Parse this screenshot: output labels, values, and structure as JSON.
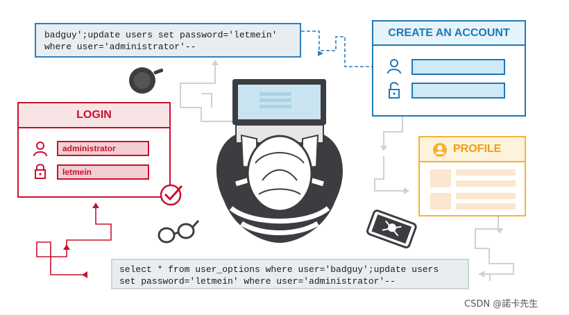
{
  "code_top": {
    "line1": "badguy';update users set password='letmein'",
    "line2": "where user='administrator'--"
  },
  "code_bottom": {
    "line1": "select * from user_options where user='badguy';update users",
    "line2": "set password='letmein' where user='administrator'--"
  },
  "login": {
    "title": "LOGIN",
    "username": "administrator",
    "password": "letmein",
    "user_icon": "user-icon",
    "lock_icon": "padlock-icon",
    "check_icon": "checkmark-circle-icon"
  },
  "create_account": {
    "title": "CREATE AN ACCOUNT",
    "user_icon": "user-icon",
    "lock_icon": "open-padlock-icon"
  },
  "profile": {
    "title": "PROFILE",
    "icon": "user-icon"
  },
  "watermark": "CSDN @諾卡先生",
  "colors": {
    "login_red": "#c8102e",
    "account_blue": "#1f77b4",
    "profile_orange": "#f5b335",
    "dark_gray": "#3c3d40",
    "light_gray": "#cfcfcf"
  }
}
